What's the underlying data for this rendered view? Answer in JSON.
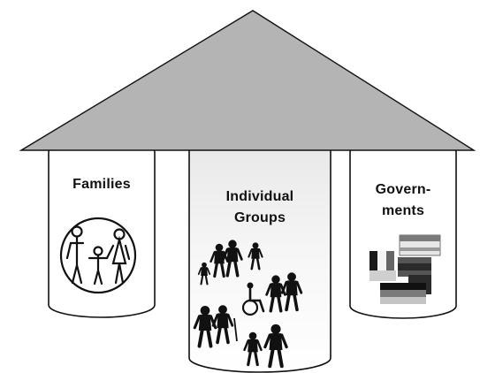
{
  "pillars": [
    {
      "id": "families",
      "lines": [
        "Families"
      ],
      "icon": "family-icon"
    },
    {
      "id": "individual-groups",
      "lines": [
        "Individual",
        "Groups"
      ],
      "icon": "people-groups-icon"
    },
    {
      "id": "governments",
      "lines": [
        "Govern-",
        "ments"
      ],
      "icon": "flags-icon"
    }
  ],
  "colors": {
    "roof": "#b4b4b4",
    "pillar_fill": "#ffffff",
    "outline": "#111111"
  }
}
